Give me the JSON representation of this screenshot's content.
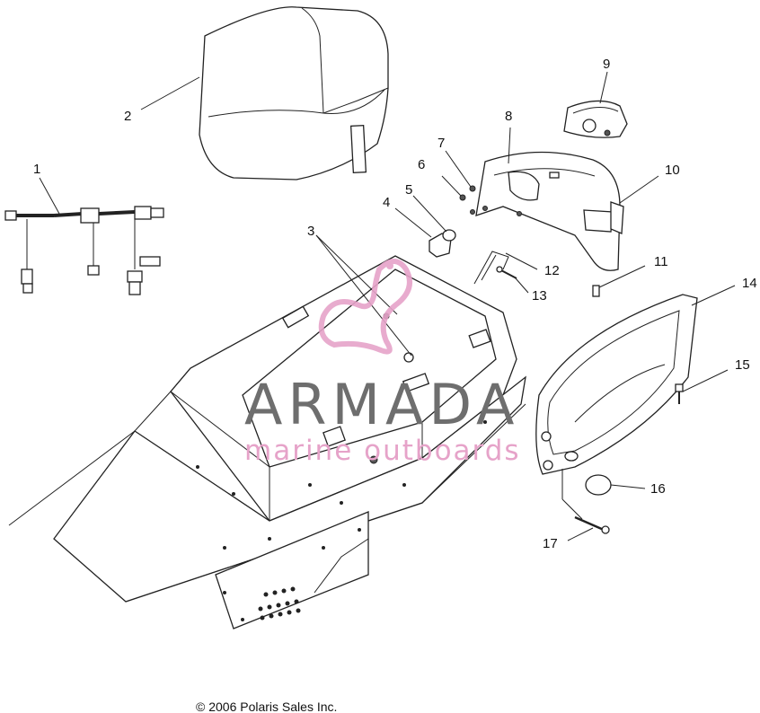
{
  "callouts": [
    {
      "label": "1"
    },
    {
      "label": "2"
    },
    {
      "label": "3"
    },
    {
      "label": "4"
    },
    {
      "label": "5"
    },
    {
      "label": "6"
    },
    {
      "label": "7"
    },
    {
      "label": "8"
    },
    {
      "label": "9"
    },
    {
      "label": "10"
    },
    {
      "label": "11"
    },
    {
      "label": "12"
    },
    {
      "label": "13"
    },
    {
      "label": "14"
    },
    {
      "label": "15"
    },
    {
      "label": "16"
    },
    {
      "label": "17"
    }
  ],
  "watermark": {
    "brand": "ARMADA",
    "tagline": "marine outboards",
    "brand_color": "#6e6e6e",
    "accent_color": "#e6a3c9",
    "logo_icon": "seahorse-logo-icon"
  },
  "copyright": "© 2006 Polaris Sales Inc."
}
